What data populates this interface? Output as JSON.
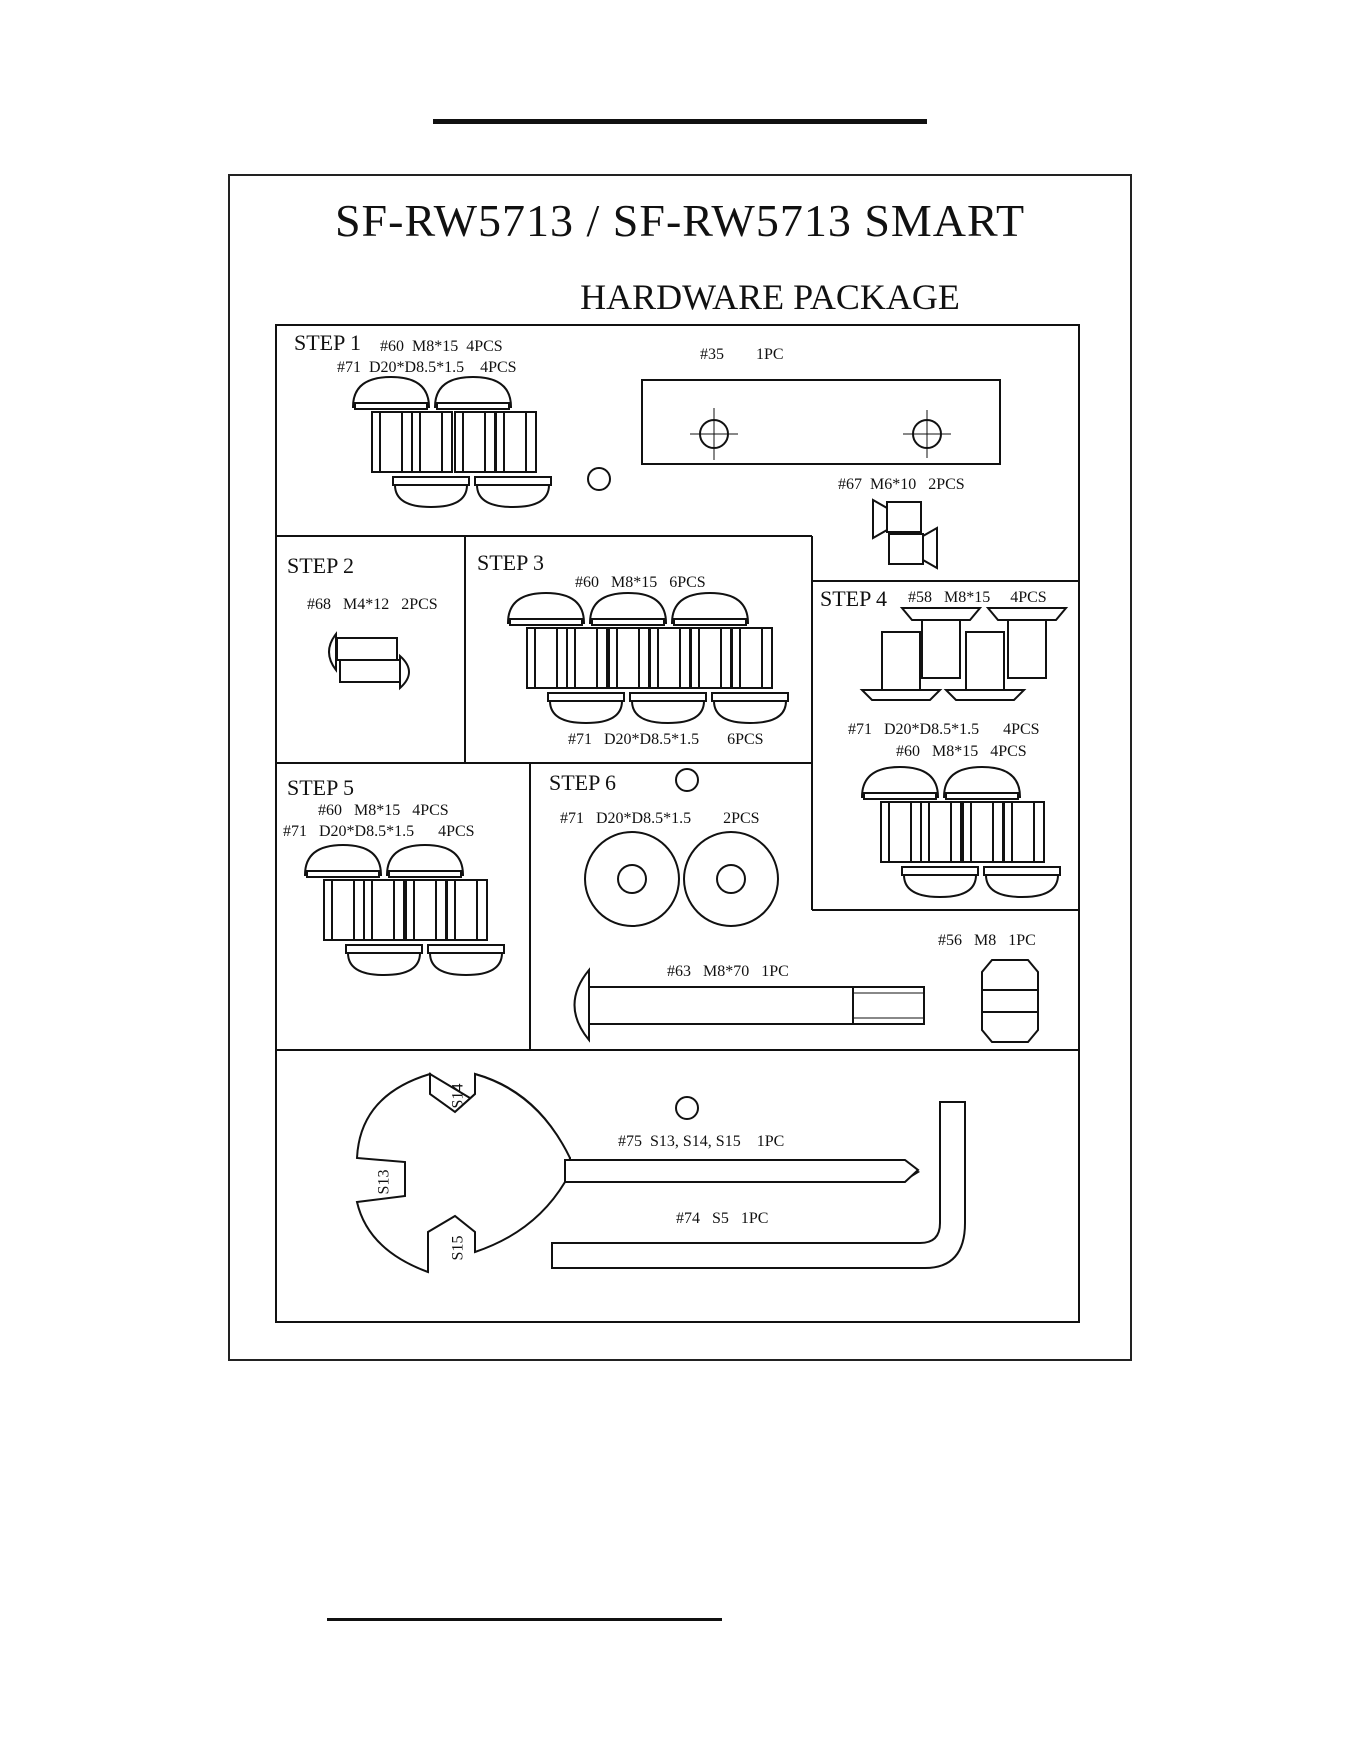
{
  "header": {
    "title": "SF-RW5713 / SF-RW5713 SMART",
    "subtitle": "HARDWARE PACKAGE"
  },
  "steps": {
    "s1": {
      "title": "STEP 1",
      "part_a": "#60  M8*15  4PCS",
      "part_b": "#71  D20*D8.5*1.5    4PCS",
      "part_c": "#35        1PC",
      "part_d": "#67  M6*10   2PCS"
    },
    "s2": {
      "title": "STEP 2",
      "part_a": "#68   M4*12   2PCS"
    },
    "s3": {
      "title": "STEP 3",
      "part_a": "#60   M8*15   6PCS",
      "part_b": "#71   D20*D8.5*1.5       6PCS"
    },
    "s4": {
      "title": "STEP 4",
      "part_a": "#58   M8*15     4PCS",
      "part_b": "#71   D20*D8.5*1.5      4PCS",
      "part_c": "#60   M8*15   4PCS"
    },
    "s5": {
      "title": "STEP 5",
      "part_a": "#60   M8*15   4PCS",
      "part_b": "#71   D20*D8.5*1.5      4PCS"
    },
    "s6": {
      "title": "STEP 6",
      "part_a": "#71   D20*D8.5*1.5        2PCS"
    }
  },
  "extras": {
    "nut": "#56   M8   1PC",
    "bolt": "#63   M8*70   1PC",
    "wrench": "#75  S13, S14, S15    1PC",
    "hexkey": "#74   S5   1PC",
    "wrench_s13": "S13",
    "wrench_s14": "S14",
    "wrench_s15": "S15"
  }
}
